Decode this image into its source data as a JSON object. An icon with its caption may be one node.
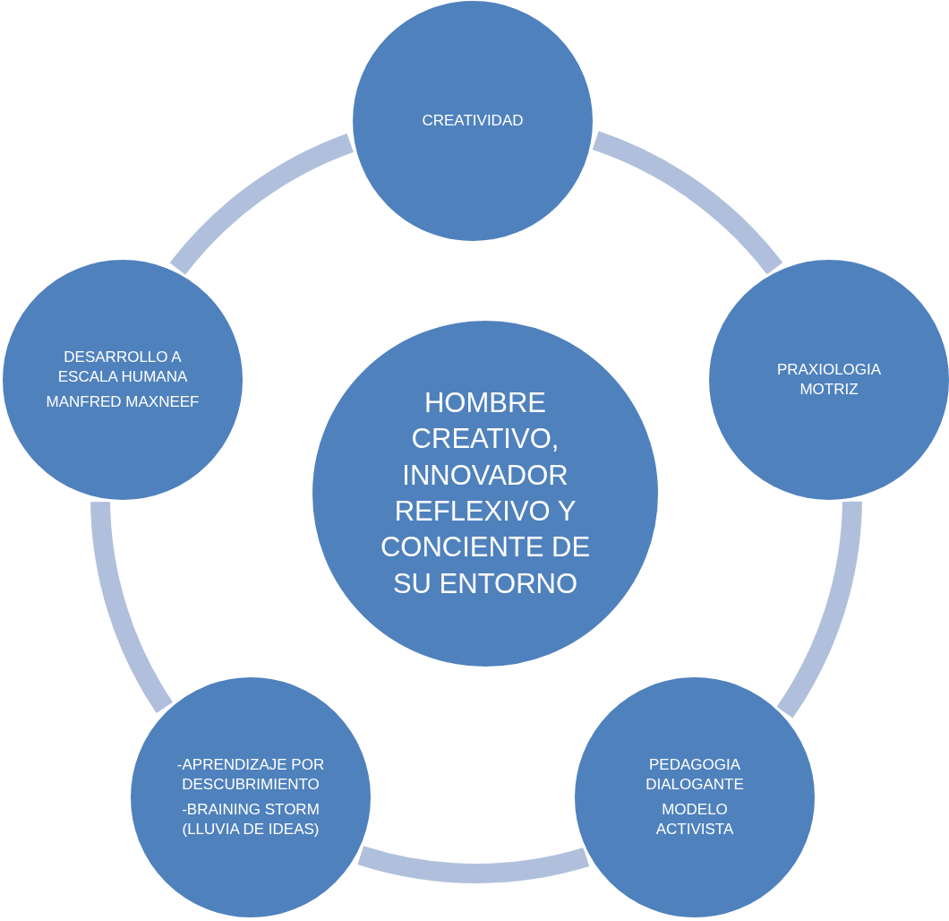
{
  "diagram": {
    "nodes": [
      {
        "text": [
          "HOMBRE CREATIVO, INNOVADOR REFLEXIVO Y CONCIENTE DE SU ENTORNO"
        ]
      },
      {
        "text": [
          "CREATIVIDAD"
        ]
      },
      {
        "text": [
          "PRAXIOLOGIA MOTRIZ"
        ]
      },
      {
        "text": [
          "PEDAGOGIA DIALOGANTE",
          "MODELO ACTIVISTA"
        ]
      },
      {
        "text": [
          "-APRENDIZAJE POR DESCUBRIMIENTO",
          "-BRAINING STORM (LLUVIA DE IDEAS)"
        ]
      },
      {
        "text": [
          "DESARROLLO A ESCALA HUMANA",
          "MANFRED MAXNEEF"
        ]
      }
    ],
    "edges": [
      {
        "from": 1,
        "to": 2,
        "arrow": "none"
      },
      {
        "from": 2,
        "to": 3,
        "arrow": "none"
      },
      {
        "from": 3,
        "to": 4,
        "arrow": "none"
      },
      {
        "from": 4,
        "to": 5,
        "arrow": "none"
      },
      {
        "from": 5,
        "to": 1,
        "arrow": "none"
      }
    ]
  }
}
